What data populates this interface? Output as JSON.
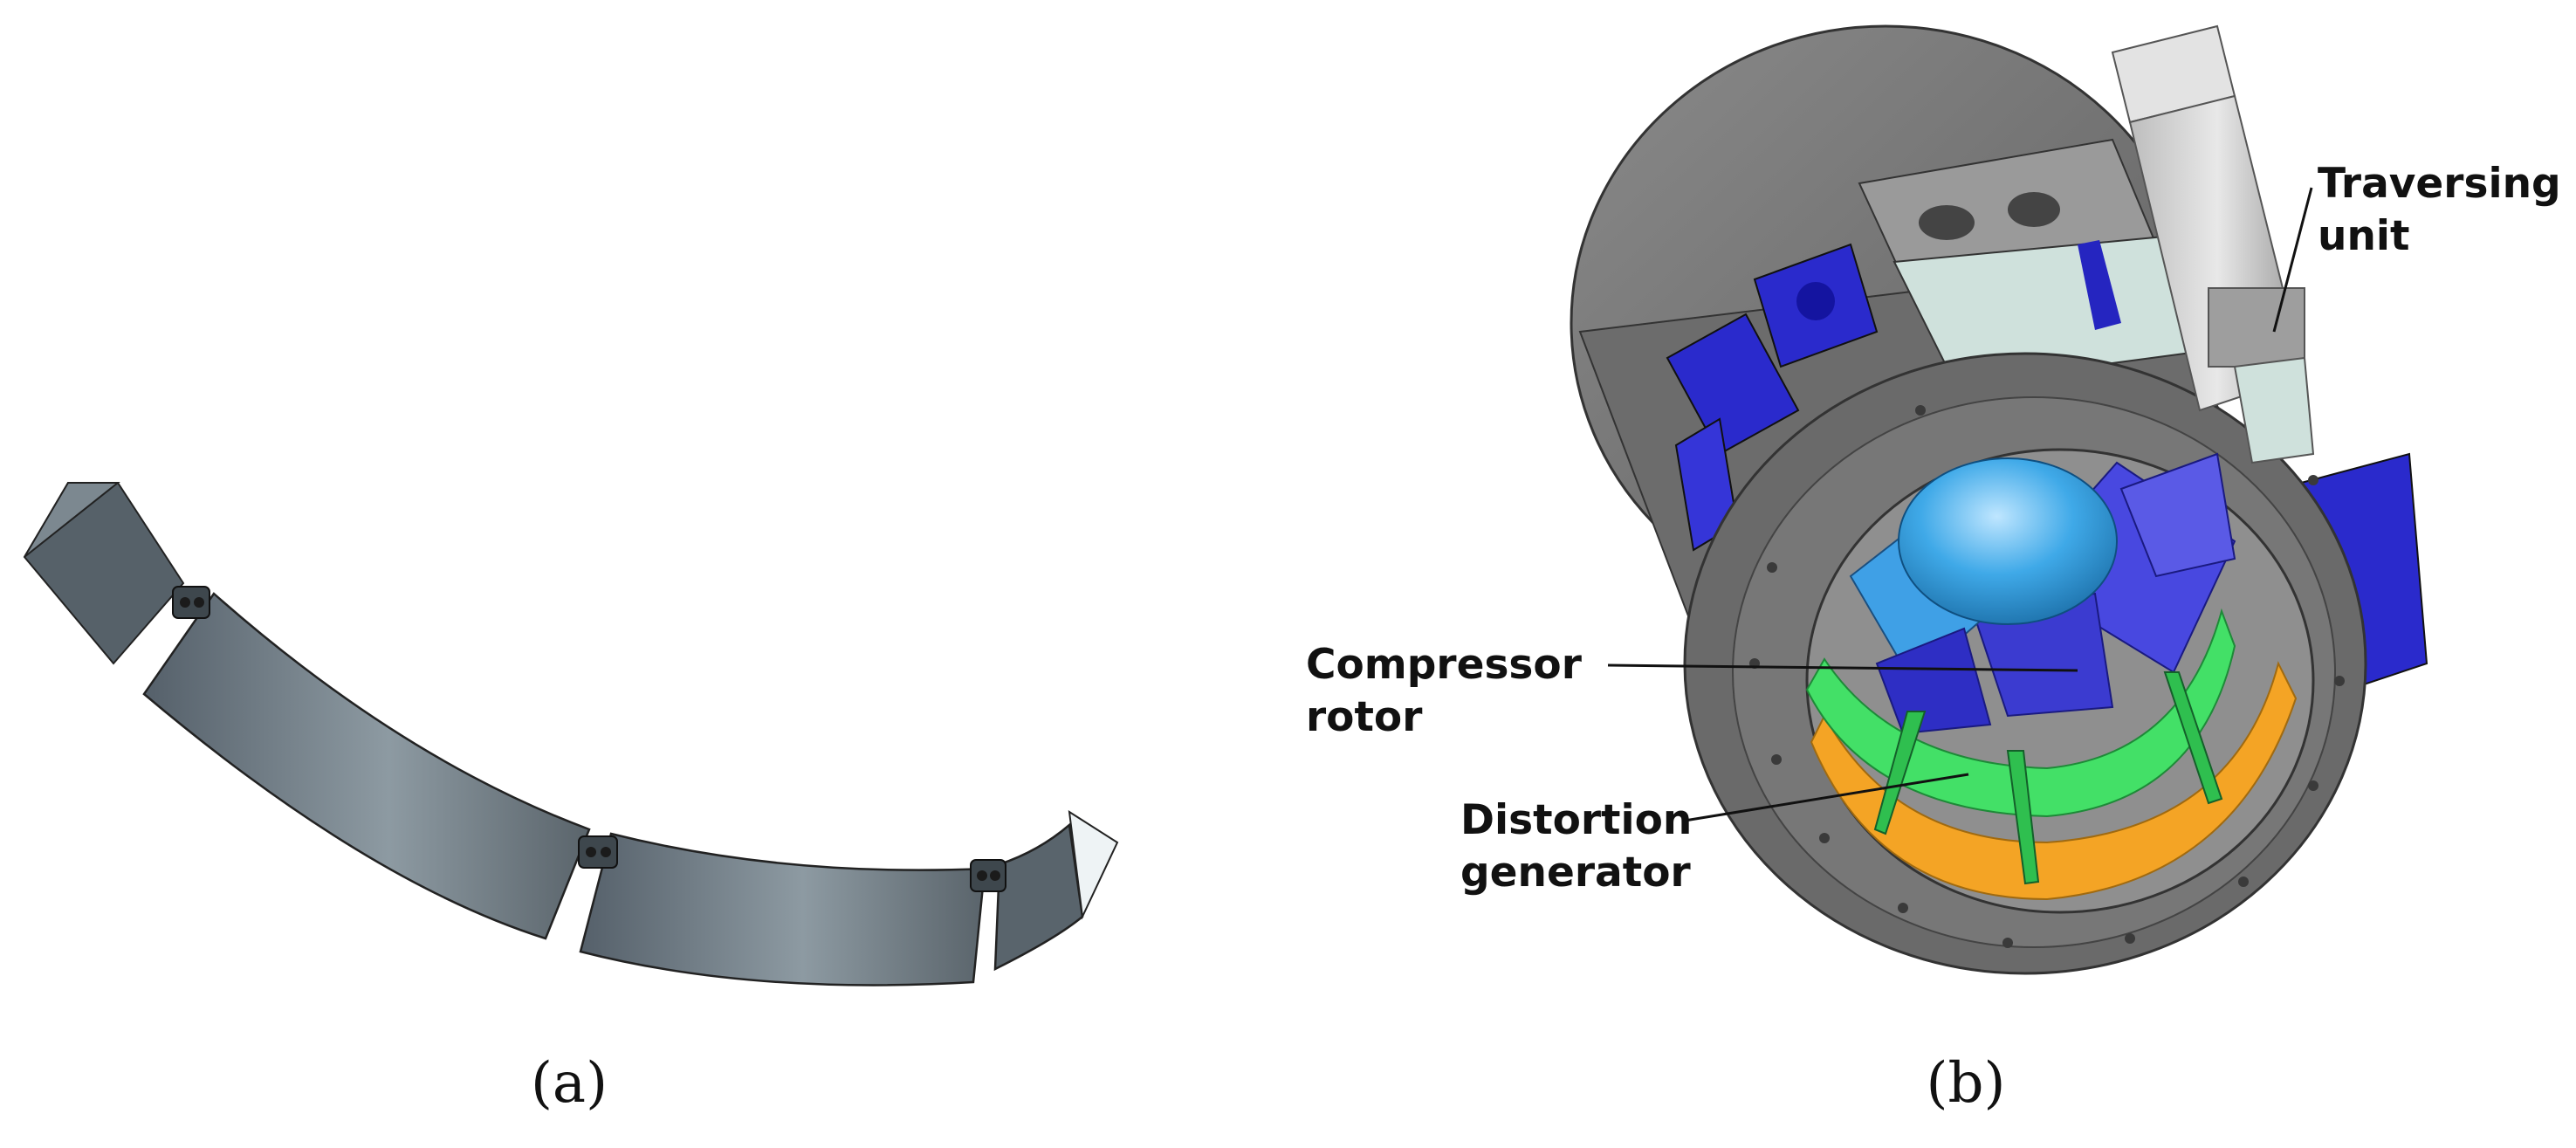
{
  "panels": [
    {
      "caption": "(a)"
    },
    {
      "caption": "(b)"
    }
  ],
  "labels": {
    "traversing_unit": [
      "Traversing",
      "unit"
    ],
    "compressor_rotor": [
      "Compressor",
      "rotor"
    ],
    "distortion_generator": [
      "Distortion",
      "generator"
    ]
  },
  "colors": {
    "segment_gray": "#6f7a80",
    "casing_gray": "#7b7b7b",
    "casing_dark": "#555555",
    "blade_blue": "#3f3fd6",
    "bracket_blue": "#2a2acc",
    "spinner_cyan": "#3fa9e8",
    "green_ring": "#43e067",
    "orange_ring": "#f4a425",
    "unit_light": "#d6d6d6"
  }
}
